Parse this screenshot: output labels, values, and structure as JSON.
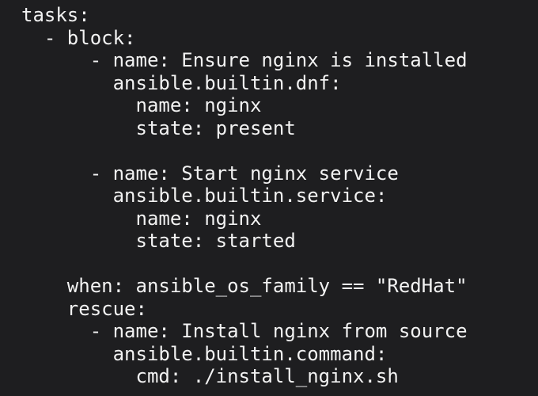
{
  "editor": {
    "lines": [
      "tasks:",
      "  - block:",
      "      - name: Ensure nginx is installed",
      "        ansible.builtin.dnf:",
      "          name: nginx",
      "          state: present",
      "",
      "      - name: Start nginx service",
      "        ansible.builtin.service:",
      "          name: nginx",
      "          state: started",
      "",
      "    when: ansible_os_family == \"RedHat\"",
      "    rescue:",
      "      - name: Install nginx from source",
      "        ansible.builtin.command:",
      "          cmd: ./install_nginx.sh"
    ]
  },
  "colors": {
    "background": "#1e1e20",
    "text": "#f2f2f2"
  }
}
